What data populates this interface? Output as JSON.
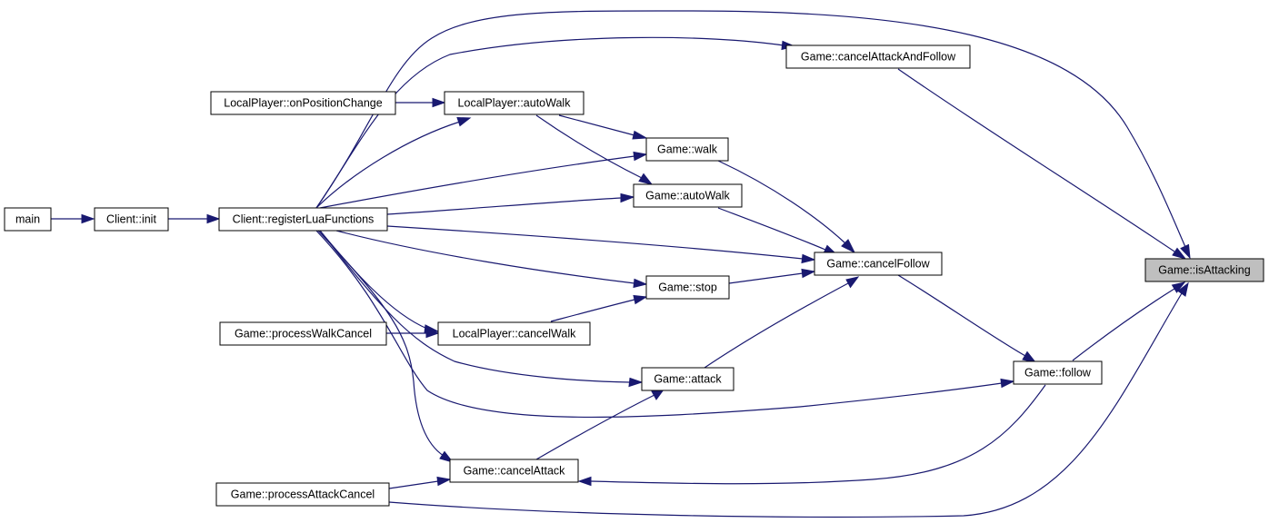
{
  "diagram": {
    "edge_color": "#191970",
    "highlight_fill": "#bfbfbf",
    "nodes": {
      "main": "main",
      "client_init": "Client::init",
      "register_lua": "Client::registerLuaFunctions",
      "on_position_change": "LocalPlayer::onPositionChange",
      "lp_autowalk": "LocalPlayer::autoWalk",
      "game_walk": "Game::walk",
      "game_autowalk": "Game::autoWalk",
      "game_stop": "Game::stop",
      "process_walk_cancel": "Game::processWalkCancel",
      "lp_cancelwalk": "LocalPlayer::cancelWalk",
      "game_attack": "Game::attack",
      "game_cancelattack": "Game::cancelAttack",
      "process_attack_cancel": "Game::processAttackCancel",
      "cancel_attack_follow": "Game::cancelAttackAndFollow",
      "game_cancelfollow": "Game::cancelFollow",
      "game_follow": "Game::follow",
      "is_attacking": "Game::isAttacking"
    },
    "edges": [
      [
        "main",
        "client_init"
      ],
      [
        "client_init",
        "register_lua"
      ],
      [
        "on_position_change",
        "lp_autowalk"
      ],
      [
        "register_lua",
        "lp_autowalk"
      ],
      [
        "register_lua",
        "cancel_attack_follow"
      ],
      [
        "register_lua",
        "is_attacking"
      ],
      [
        "register_lua",
        "game_walk"
      ],
      [
        "register_lua",
        "game_autowalk"
      ],
      [
        "register_lua",
        "game_cancelfollow"
      ],
      [
        "register_lua",
        "game_stop"
      ],
      [
        "register_lua",
        "lp_cancelwalk"
      ],
      [
        "register_lua",
        "game_attack"
      ],
      [
        "register_lua",
        "game_follow"
      ],
      [
        "register_lua",
        "game_cancelattack"
      ],
      [
        "lp_autowalk",
        "game_walk"
      ],
      [
        "lp_autowalk",
        "game_autowalk"
      ],
      [
        "game_walk",
        "game_cancelfollow"
      ],
      [
        "game_autowalk",
        "game_cancelfollow"
      ],
      [
        "game_stop",
        "game_cancelfollow"
      ],
      [
        "lp_cancelwalk",
        "game_stop"
      ],
      [
        "process_walk_cancel",
        "lp_cancelwalk"
      ],
      [
        "game_attack",
        "game_cancelfollow"
      ],
      [
        "game_cancelattack",
        "game_attack"
      ],
      [
        "process_attack_cancel",
        "game_cancelattack"
      ],
      [
        "process_attack_cancel",
        "is_attacking"
      ],
      [
        "game_follow",
        "game_cancelattack"
      ],
      [
        "game_cancelfollow",
        "game_follow"
      ],
      [
        "game_follow",
        "is_attacking"
      ],
      [
        "cancel_attack_follow",
        "is_attacking"
      ]
    ]
  }
}
